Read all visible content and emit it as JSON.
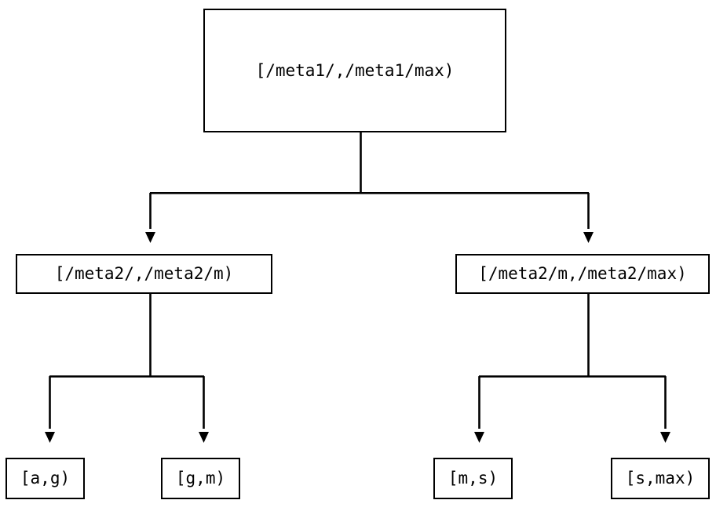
{
  "diagram": {
    "type": "tree",
    "title": "",
    "background_color": "#ffffff",
    "line_color": "#000000",
    "text_color": "#000000",
    "nodes": {
      "root": {
        "label": "[/meta1/,/meta1/max)",
        "level": 0
      },
      "meta2_low": {
        "label": "[/meta2/,/meta2/m)",
        "level": 1
      },
      "meta2_high": {
        "label": "[/meta2/m,/meta2/max)",
        "level": 1
      },
      "leaf_ag": {
        "label": "[a,g)",
        "level": 2
      },
      "leaf_gm": {
        "label": "[g,m)",
        "level": 2
      },
      "leaf_ms": {
        "label": "[m,s)",
        "level": 2
      },
      "leaf_smax": {
        "label": "[s,max)",
        "level": 2
      }
    },
    "edges": [
      {
        "from": "root",
        "to": "meta2_low",
        "arrow": "down-triangle"
      },
      {
        "from": "root",
        "to": "meta2_high",
        "arrow": "down-triangle"
      },
      {
        "from": "meta2_low",
        "to": "leaf_ag",
        "arrow": "down-triangle"
      },
      {
        "from": "meta2_low",
        "to": "leaf_gm",
        "arrow": "down-triangle"
      },
      {
        "from": "meta2_high",
        "to": "leaf_ms",
        "arrow": "down-triangle"
      },
      {
        "from": "meta2_high",
        "to": "leaf_smax",
        "arrow": "down-triangle"
      }
    ]
  }
}
